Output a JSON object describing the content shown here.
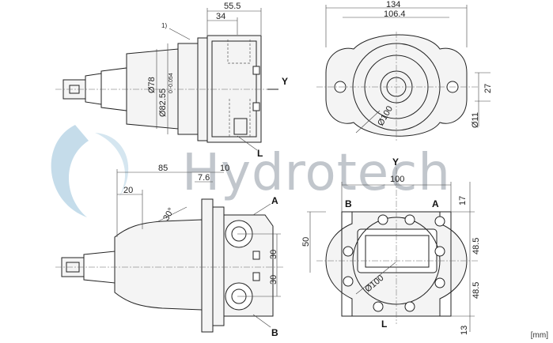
{
  "watermark": {
    "text": "Hydrotech",
    "logo_color": "#9fc6dd"
  },
  "units": "[mm]",
  "side_view": {
    "dims": {
      "overall": "55.5",
      "flange": "34",
      "d_body": "Ø78",
      "d_pilot": "Ø82.55",
      "tol": "0\n-0.054",
      "note": "1)"
    },
    "labels": {
      "y": "Y",
      "l": "L"
    }
  },
  "front_view": {
    "dims": {
      "width": "134",
      "bolt_span": "106.4",
      "pcd": "Ø100",
      "hole": "Ø11",
      "offset": "27"
    }
  },
  "bottom_left_view": {
    "dims": {
      "length": "85",
      "flange_t": "10",
      "step": "7.6",
      "shaft": "20",
      "angle": "30°",
      "port_sp1": "30",
      "port_sp2": "30"
    },
    "labels": {
      "a": "A",
      "b": "B"
    }
  },
  "bottom_right_view": {
    "dims": {
      "width": "100",
      "height": "50",
      "top": "17",
      "half1": "48.5",
      "half2": "48.5",
      "bottom": "13",
      "pcd": "Ø100"
    },
    "labels": {
      "y": "Y",
      "a": "A",
      "b": "B",
      "l": "L"
    }
  }
}
